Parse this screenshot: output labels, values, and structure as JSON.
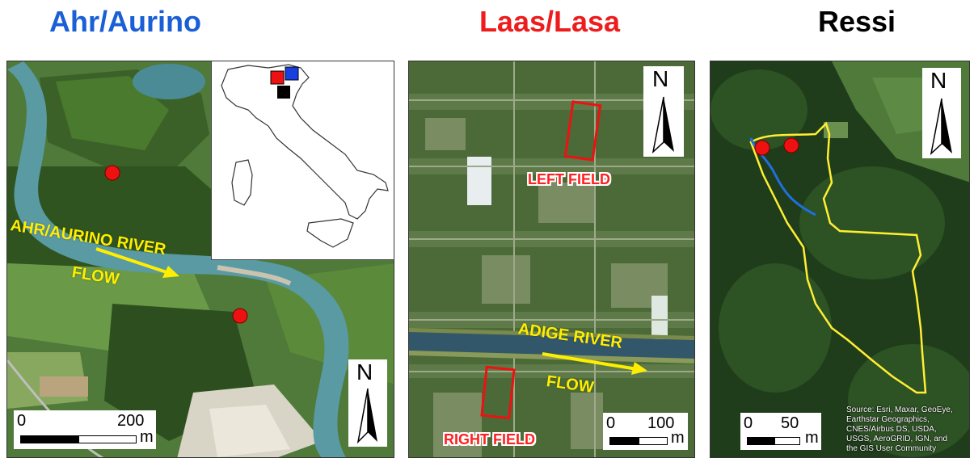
{
  "titles": {
    "ahr": "Ahr/Aurino",
    "laas": "Laas/Lasa",
    "ressi": "Ressi"
  },
  "colors": {
    "ahr_title": "#1a5fd6",
    "laas_title": "#ee1c1c",
    "ressi_title": "#000000",
    "marker": "#ee1111",
    "arrow": "#ffee00",
    "field": "#ee1111",
    "basin": "#ffee33",
    "stream": "#1f6fe0"
  },
  "ahr": {
    "river_label": "AHR/AURINO RIVER",
    "flow_label": "FLOW",
    "scale_start": "0",
    "scale_end": "200",
    "scale_unit": "m",
    "north": "N"
  },
  "laas": {
    "left_field": "LEFT FIELD",
    "right_field": "RIGHT FIELD",
    "river_label": "ADIGE RIVER",
    "flow_label": "FLOW",
    "scale_start": "0",
    "scale_end": "100",
    "scale_unit": "m",
    "north": "N"
  },
  "ressi": {
    "scale_start": "0",
    "scale_end": "50",
    "scale_unit": "m",
    "north": "N",
    "credit": [
      "Source: Esri, Maxar, GeoEye,",
      "Earthstar Geographics,",
      "CNES/Airbus DS, USDA,",
      "USGS, AeroGRID, IGN, and",
      "the GIS User Community"
    ]
  },
  "inset": {
    "icons": [
      "red-square-icon",
      "blue-square-icon",
      "black-square-icon"
    ]
  }
}
